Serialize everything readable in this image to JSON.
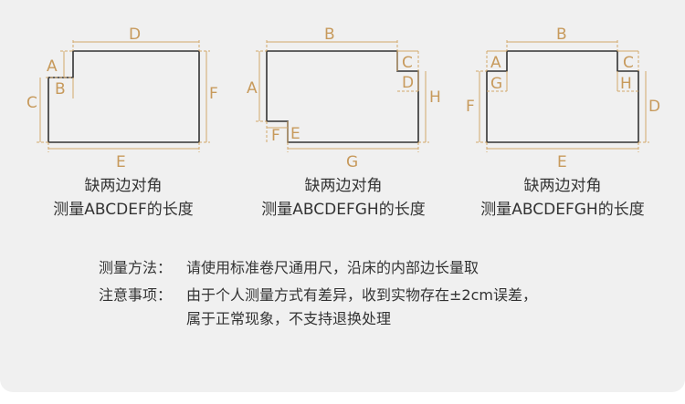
{
  "diagrams": [
    {
      "labels": {
        "A": "A",
        "B": "B",
        "C": "C",
        "D": "D",
        "E": "E",
        "F": "F"
      },
      "caption_line1": "缺两边对角",
      "caption_line2": "测量ABCDEF的长度"
    },
    {
      "labels": {
        "A": "A",
        "B": "B",
        "C": "C",
        "D": "D",
        "E": "E",
        "F": "F",
        "G": "G",
        "H": "H"
      },
      "caption_line1": "缺两边对角",
      "caption_line2": "测量ABCDEFGH的长度"
    },
    {
      "labels": {
        "A": "A",
        "B": "B",
        "C": "C",
        "D": "D",
        "E": "E",
        "F": "F",
        "G": "G",
        "H": "H"
      },
      "caption_line1": "缺两边对角",
      "caption_line2": "测量ABCDEFGH的长度"
    }
  ],
  "notes": {
    "method_key": "测量方法：",
    "method_text": "请使用标准卷尺通用尺，沿床的内部边长量取",
    "caution_key": "注意事项：",
    "caution_text_1": "由于个人测量方式有差异，收到实物存在±2cm误差，",
    "caution_text_2": "属于正常现象，不支持退换处理"
  },
  "colors": {
    "dimension": "#c79a5c",
    "outline": "#333333",
    "background": "#f0f0f0"
  }
}
